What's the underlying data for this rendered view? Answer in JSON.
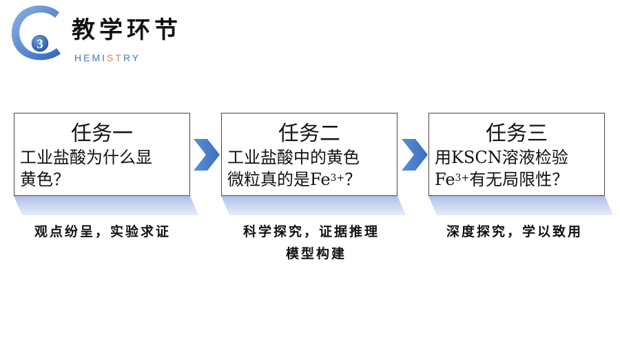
{
  "header": {
    "section_number": "3",
    "logo_letter": "C",
    "title": "教学环节",
    "subtitle_part1": "HEMI",
    "subtitle_part2": "ST",
    "subtitle_part3": "RY"
  },
  "tasks": [
    {
      "title": "任务一",
      "line1": "工业盐酸为什么显",
      "line2": "黄色？"
    },
    {
      "title": "任务二",
      "line1": "工业盐酸中的黄色",
      "line2_pre": "微粒真的是Fe",
      "line2_sup": "3+",
      "line2_post": "？"
    },
    {
      "title": "任务三",
      "line1": "用KSCN溶液检验",
      "line2_pre": "Fe",
      "line2_sup": "3+",
      "line2_post": "有无局限性？"
    }
  ],
  "notes": {
    "note1": "观点纷呈，实验求证",
    "note2_line1": "科学探究，证据推理",
    "note2_line2": "模型构建",
    "note3": "深度探究，学以致用"
  },
  "colors": {
    "accent_blue": "#3b78c4",
    "accent_orange": "#e2803a",
    "shadow_blue": "#b7c9ee"
  },
  "icons": {
    "logo": "chemistry-c-logo",
    "arrow": "chevron-right-icon"
  }
}
